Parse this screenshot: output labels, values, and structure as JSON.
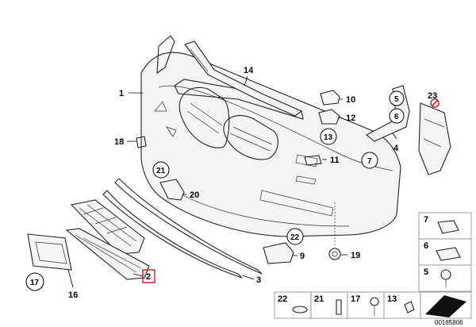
{
  "callouts": {
    "c1": "1",
    "c2": "2",
    "c3": "3",
    "c4": "4",
    "c5": "5",
    "c6": "6",
    "c7": "7",
    "c9": "9",
    "c10": "10",
    "c11": "11",
    "c12": "12",
    "c13": "13",
    "c14": "14",
    "c16": "16",
    "c17": "17",
    "c18": "18",
    "c19": "19",
    "c20": "20",
    "c21": "21",
    "c22": "22",
    "c23": "23"
  },
  "side_panels": [
    "7",
    "6",
    "5"
  ],
  "bottom_panels": [
    "22",
    "21",
    "17",
    "13"
  ],
  "diagram_code": "00185806",
  "colors": {
    "highlight_box": "#cc0000",
    "line": "#222222",
    "panel_border": "#888888"
  }
}
